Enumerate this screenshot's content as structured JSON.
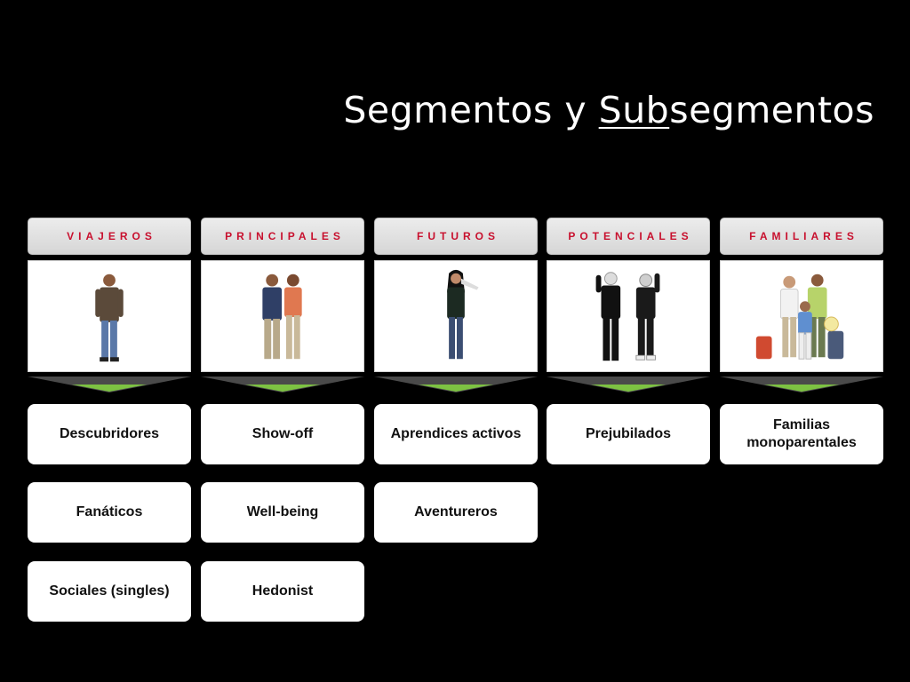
{
  "title": {
    "part1": "Segmentos y ",
    "underlined": "Sub",
    "part2": "segmentos"
  },
  "columns": [
    {
      "header": "VIAJEROS",
      "photo": "single-traveler-photo",
      "subsegments": [
        "Descubridores",
        "Fanáticos",
        "Sociales (singles)"
      ]
    },
    {
      "header": "PRINCIPALES",
      "photo": "couple-photo",
      "subsegments": [
        "Show-off",
        "Well-being",
        "Hedonist"
      ]
    },
    {
      "header": "FUTUROS",
      "photo": "young-woman-photo",
      "subsegments": [
        "Aprendices activos",
        "Aventureros"
      ]
    },
    {
      "header": "POTENCIALES",
      "photo": "senior-couple-photo",
      "subsegments": [
        "Prejubilados"
      ]
    },
    {
      "header": "FAMILIARES",
      "photo": "family-with-luggage-photo",
      "subsegments": [
        "Familias monoparentales"
      ]
    }
  ],
  "colors": {
    "header_text": "#c8102e",
    "arrow_green": "#7dc242"
  }
}
